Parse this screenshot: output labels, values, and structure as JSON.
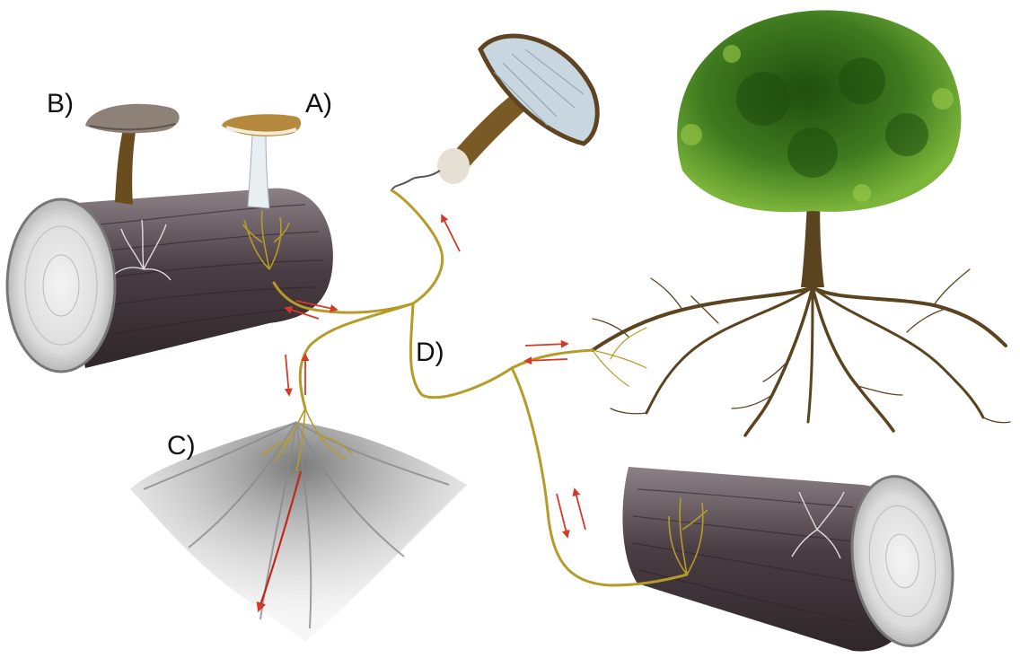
{
  "labels": {
    "a": "A)",
    "b": "B)",
    "c": "C)",
    "d": "D)"
  },
  "colors": {
    "mycelium": "#b59b2a",
    "arrow": "#d43a2a",
    "bark_dark": "#3e3238",
    "bark_mid": "#6b5f63",
    "wood_face": "#e6e6e6",
    "foliage": "#3f7a1f",
    "trunk": "#5a4420",
    "rhizomorph": "#9a9a9a"
  },
  "elements": [
    "log-upper-left",
    "mushroom-b",
    "mushroom-a",
    "detached-mushroom",
    "tree",
    "tree-roots",
    "rhizomorph-fan-c",
    "log-lower-right",
    "mycelial-network-d"
  ]
}
